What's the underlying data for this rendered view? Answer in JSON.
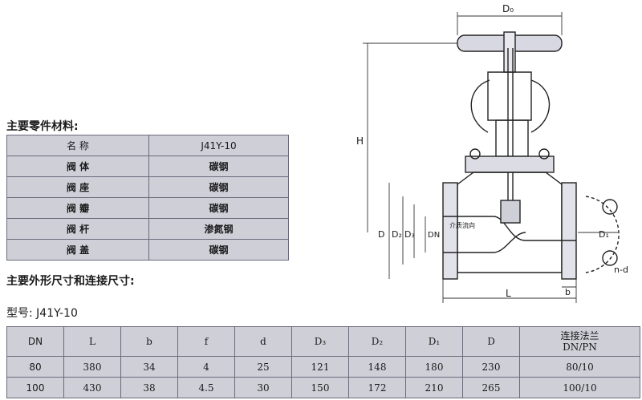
{
  "materials": {
    "heading": "主要零件材料:",
    "header": [
      "名 称",
      "J41Y-10"
    ],
    "rows": [
      [
        "阀 体",
        "碳钢"
      ],
      [
        "阀 座",
        "碳钢"
      ],
      [
        "阀 瓣",
        "碳钢"
      ],
      [
        "阀 杆",
        "渗氮钢"
      ],
      [
        "阀 盖",
        "碳钢"
      ]
    ]
  },
  "dimensions": {
    "heading": "主要外形尺寸和连接尺寸:",
    "model": "型号: J41Y-10",
    "header": [
      "DN",
      "L",
      "b",
      "f",
      "d",
      "D₃",
      "D₂",
      "D₁",
      "D"
    ],
    "flange_line1": "连接法兰",
    "flange_line2": "DN/PN",
    "rows": [
      [
        "80",
        "380",
        "34",
        "4",
        "25",
        "121",
        "148",
        "180",
        "230",
        "80/10"
      ],
      [
        "100",
        "430",
        "38",
        "4.5",
        "30",
        "150",
        "172",
        "210",
        "265",
        "100/10"
      ]
    ]
  },
  "drawing": {
    "labels": {
      "d0": "D₀",
      "h": "H",
      "d": "D",
      "d2": "D₂",
      "d3": "D₃",
      "dn": "DN",
      "d1": "D₁",
      "l": "L",
      "b": "b",
      "nd": "n-d",
      "flow": "介质流向"
    }
  }
}
